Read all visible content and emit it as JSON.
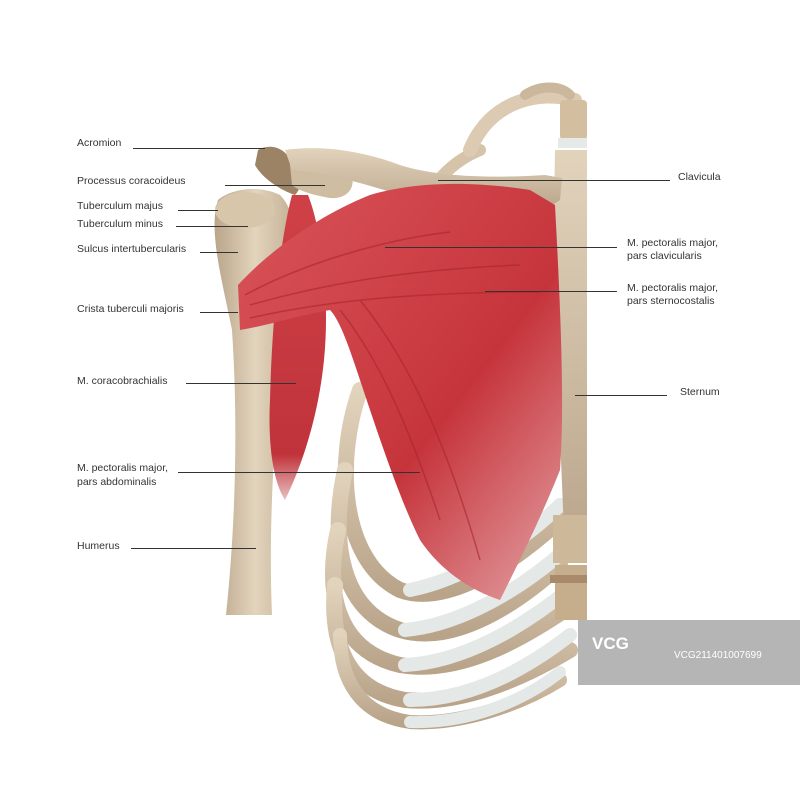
{
  "labels": {
    "acromion": "Acromion",
    "processus_coracoideus": "Processus coracoideus",
    "tuberculum_majus": "Tuberculum majus",
    "tuberculum_minus": "Tuberculum minus",
    "sulcus_intertubercularis": "Sulcus intertubercularis",
    "crista_tuberculi_majoris": "Crista tuberculi majoris",
    "coracobrachialis": "M. coracobrachialis",
    "pect_abdominalis_1": "M. pectoralis major,",
    "pect_abdominalis_2": "pars abdominalis",
    "humerus": "Humerus",
    "clavicula": "Clavicula",
    "pect_clavicularis_1": "M. pectoralis major,",
    "pect_clavicularis_2": "pars clavicularis",
    "pect_sternocostalis_1": "M. pectoralis major,",
    "pect_sternocostalis_2": "pars sternocostalis",
    "sternum": "Sternum"
  },
  "watermark": {
    "logo": "VCG",
    "id": "VCG211401007699"
  },
  "colors": {
    "bone": "#dccbb2",
    "bone_shadow": "#b7a287",
    "muscle": "#c93a3f",
    "muscle_dark": "#a5242b",
    "cartilage": "#e4e8e6",
    "label_text": "#333333"
  }
}
